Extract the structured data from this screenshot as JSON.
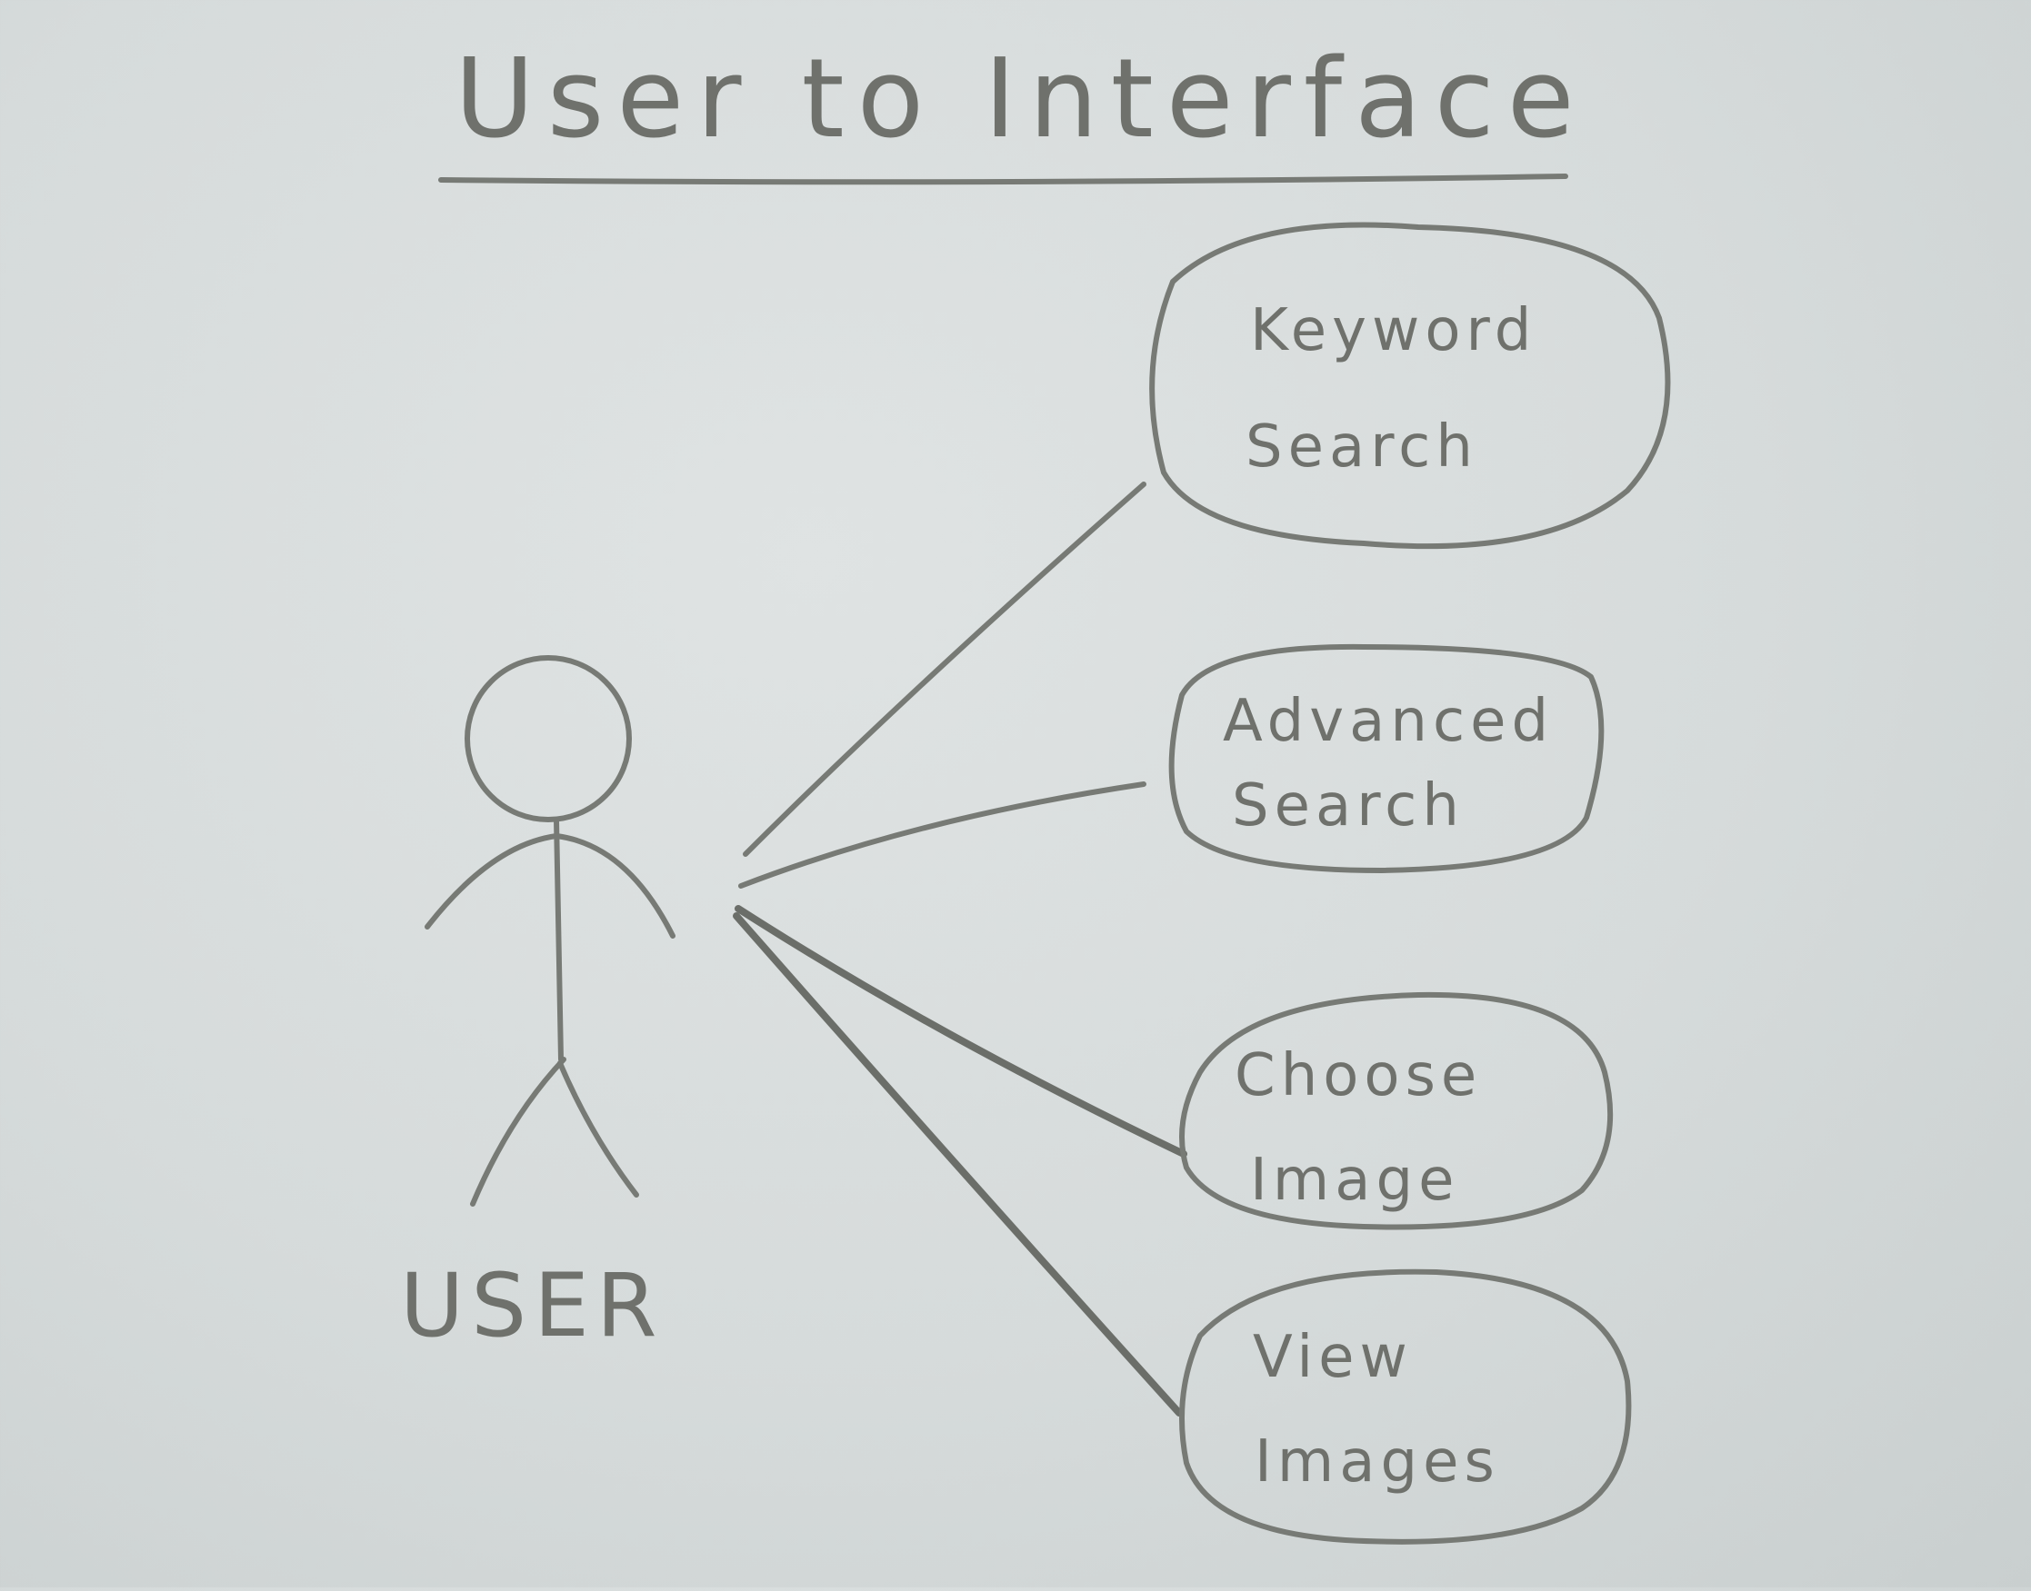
{
  "diagram": {
    "title": "User to Interface",
    "actor": {
      "label": "USER"
    },
    "use_cases": [
      {
        "line1": "Keyword",
        "line2": "Search"
      },
      {
        "line1": "Advanced",
        "line2": "Search"
      },
      {
        "line1": "Choose",
        "line2": "Image"
      },
      {
        "line1": "View",
        "line2": "Images"
      }
    ]
  },
  "colors": {
    "paper": "#dbe0e0",
    "pencil": "#777a75"
  }
}
